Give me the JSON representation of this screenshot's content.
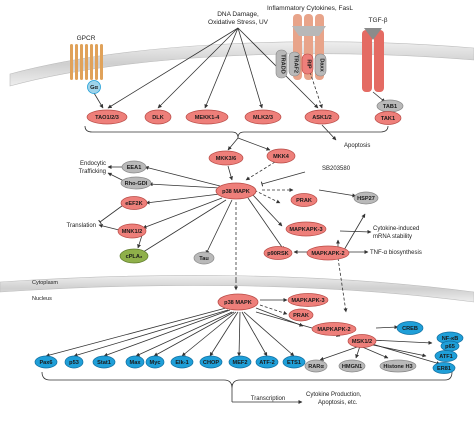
{
  "stimuli": {
    "dna_damage_l1": "DNA Damage,",
    "dna_damage_l2": "Oxidative Stress, UV",
    "inflammatory": "Inflammatory Cytokines, FasL",
    "tgf": "TGF-β",
    "gpcr": "GPCR"
  },
  "receptor_labels": {
    "galpha": "Gα",
    "tradd": "TRADD",
    "traf2": "TRAF2",
    "rip": "RIP",
    "daxx": "Daxx"
  },
  "nodes": {
    "tao": "TAO1/2/3",
    "dlk": "DLK",
    "mekk": "MEKK1-4",
    "mlk": "MLK2/3",
    "ask": "ASK1/2",
    "tab1": "TAB1",
    "tak1": "TAK1",
    "mkk36": "MKK3/6",
    "mkk4": "MKK4",
    "eea1": "EEA1",
    "rhogdi": "Rho-GDI",
    "eef2k": "eEF2K",
    "p38": "p38 MAPK",
    "prak": "PRAK",
    "hsp27": "HSP27",
    "mnk": "MNK1/2",
    "cpla2": "cPLA₂",
    "tau": "Tau",
    "mapkapk3": "MAPKAPK-3",
    "mapkapk2": "MAPKAPK-2",
    "p90rsk": "p90RSK",
    "p38_nuc": "p38 MAPK",
    "mapkapk3_nuc": "MAPKAPK-3",
    "prak_nuc": "PRAK",
    "mapkapk2_nuc": "MAPKAPK-2",
    "creb": "CREB",
    "nfkb": "NF-κB",
    "p65": "p65",
    "atf1": "ATF1",
    "msk": "MSK1/2",
    "er81": "ER81",
    "rar": "RARα",
    "hmgn1": "HMGN1",
    "histone": "Histone H3",
    "pax6": "Pax6",
    "p53": "p53",
    "stat1": "Stat1",
    "max": "Max",
    "myc": "Myc",
    "elk1": "Elk-1",
    "chop": "CHOP",
    "mef2": "MEF2",
    "atf2": "ATF-2",
    "ets1": "ETS1"
  },
  "annotations": {
    "apoptosis": "Apoptosis",
    "sb": "SB203580",
    "endocytic_l1": "Endocytic",
    "endocytic_l2": "Trafficking",
    "translation": "Translation",
    "cytokine_l1": "Cytokine-induced",
    "cytokine_l2": "mRNA stability",
    "tnf": "TNF-α biosynthesis",
    "cytoplasm": "Cytoplasm",
    "nucleus": "Nucleus",
    "transcription": "Transcription",
    "outcome_l1": "Cytokine Production,",
    "outcome_l2": "Apoptosis, etc."
  },
  "colors": {
    "kinase": "#ee7f7a",
    "kinase_stroke": "#b84a45",
    "grey": "#b9b9b9",
    "blue": "#1f9fd8",
    "green": "#8fb04a",
    "membrane": "#d6d6d6",
    "gpcr": "#e0a25a",
    "tnfr": "#e8a48a",
    "tgfr": "#e46b63"
  }
}
